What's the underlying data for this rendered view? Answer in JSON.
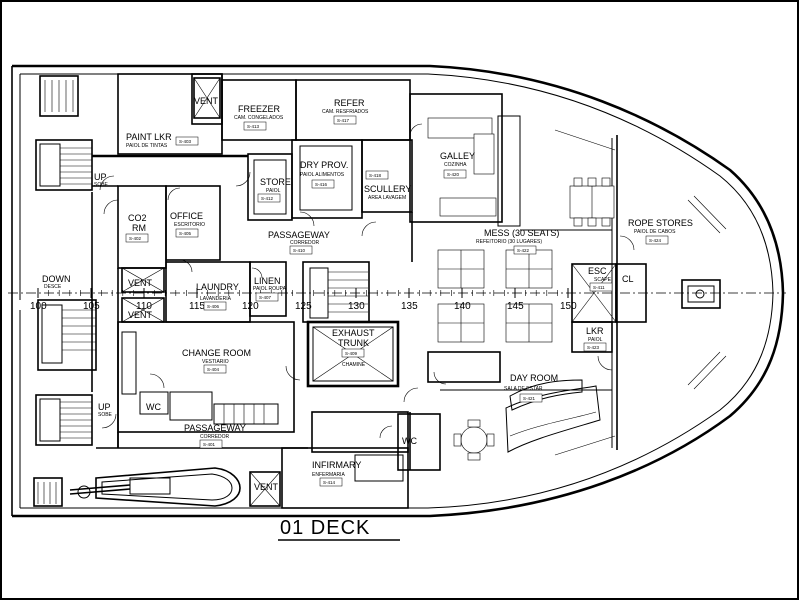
{
  "title": "01 DECK",
  "rooms": [
    {
      "id": "vent-1",
      "name": "VENT",
      "sub": "",
      "num": ""
    },
    {
      "id": "paint-lkr",
      "name": "PAINT LKR",
      "sub": "PAIOL DE TINTAS",
      "num": "S-403"
    },
    {
      "id": "freezer",
      "name": "FREEZER",
      "sub": "CAM. CONGELADOS",
      "num": "S-413"
    },
    {
      "id": "refer",
      "name": "REFER",
      "sub": "CAM. RESFRIADOS",
      "num": "S-417"
    },
    {
      "id": "galley",
      "name": "GALLEY",
      "sub": "COZINHA",
      "num": "S-420"
    },
    {
      "id": "dry-prov",
      "name": "DRY PROV.",
      "sub": "PAIOL ALIMENTOS",
      "num": "S-416"
    },
    {
      "id": "scullery",
      "name": "SCULLERY",
      "sub": "AREA LAVAGEM",
      "num": "S-418"
    },
    {
      "id": "store",
      "name": "STORE",
      "sub": "PAIOL",
      "num": "S-412"
    },
    {
      "id": "co2-rm",
      "name": "CO2\nRM",
      "sub": "",
      "num": "S-402"
    },
    {
      "id": "office",
      "name": "OFFICE",
      "sub": "ESCRITORIO",
      "num": "S-405"
    },
    {
      "id": "passageway-1",
      "name": "PASSAGEWAY",
      "sub": "CORREDOR",
      "num": "S-410"
    },
    {
      "id": "mess",
      "name": "MESS (30 SEATS)",
      "sub": "REFEITORIO (30 LUGARES)",
      "num": "S-422"
    },
    {
      "id": "rope-stores",
      "name": "ROPE STORES",
      "sub": "PAIOL DE CABOS",
      "num": "S-424"
    },
    {
      "id": "down",
      "name": "DOWN",
      "sub": "DESCE",
      "num": ""
    },
    {
      "id": "laundry",
      "name": "LAUNDRY",
      "sub": "LAVANDERIA",
      "num": "S-406"
    },
    {
      "id": "linen",
      "name": "LINEN",
      "sub": "PAIOL ROUPA",
      "num": "S-407"
    },
    {
      "id": "vent-2",
      "name": "VENT",
      "sub": "",
      "num": ""
    },
    {
      "id": "vent-3",
      "name": "VENT",
      "sub": "",
      "num": ""
    },
    {
      "id": "esc",
      "name": "ESC",
      "sub": "SCAPE",
      "num": "S-411"
    },
    {
      "id": "exhaust-trunk",
      "name": "EXHAUST\nTRUNK",
      "sub": "CHAMINE",
      "num": "S-409"
    },
    {
      "id": "lkr",
      "name": "LKR",
      "sub": "PAIOL",
      "num": "S-423"
    },
    {
      "id": "change-room",
      "name": "CHANGE ROOM",
      "sub": "VESTIARIO",
      "num": "S-404"
    },
    {
      "id": "day-room",
      "name": "DAY ROOM",
      "sub": "SALA DE ESTAR",
      "num": "S-421"
    },
    {
      "id": "passageway-2",
      "name": "PASSAGEWAY",
      "sub": "CORREDOR",
      "num": "S-401"
    },
    {
      "id": "wc-1",
      "name": "WC",
      "sub": "",
      "num": ""
    },
    {
      "id": "wc-2",
      "name": "WC",
      "sub": "",
      "num": ""
    },
    {
      "id": "infirmary",
      "name": "INFIRMARY",
      "sub": "ENFERMARIA",
      "num": "S-414"
    },
    {
      "id": "vent-4",
      "name": "VENT",
      "sub": "",
      "num": ""
    },
    {
      "id": "up-1",
      "name": "UP",
      "sub": "SOBE",
      "num": ""
    },
    {
      "id": "up-2",
      "name": "UP",
      "sub": "SOBE",
      "num": ""
    },
    {
      "id": "cl",
      "name": "CL",
      "sub": "",
      "num": ""
    }
  ],
  "frames": [
    {
      "id": "f100",
      "label": "100"
    },
    {
      "id": "f105",
      "label": "105"
    },
    {
      "id": "f110",
      "label": "110"
    },
    {
      "id": "f115",
      "label": "115"
    },
    {
      "id": "f120",
      "label": "120"
    },
    {
      "id": "f125",
      "label": "125"
    },
    {
      "id": "f130",
      "label": "130"
    },
    {
      "id": "f135",
      "label": "135"
    },
    {
      "id": "f140",
      "label": "140"
    },
    {
      "id": "f145",
      "label": "145"
    },
    {
      "id": "f150",
      "label": "150"
    }
  ]
}
